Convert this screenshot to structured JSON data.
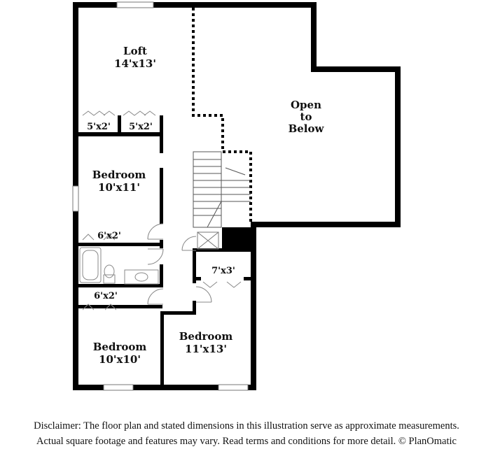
{
  "rooms": {
    "loft": {
      "name": "Loft",
      "size": "14'x13'"
    },
    "open_to_below": {
      "line1": "Open",
      "line2": "to",
      "line3": "Below"
    },
    "closet_loft_left": {
      "size": "5'x2'"
    },
    "closet_loft_right": {
      "size": "5'x2'"
    },
    "bedroom_top": {
      "name": "Bedroom",
      "size": "10'x11'"
    },
    "closet_bedroom_top": {
      "size": "6'x2'"
    },
    "closet_bedroom_bottom": {
      "size": "6'x2'"
    },
    "bedroom_bottom_left": {
      "name": "Bedroom",
      "size": "10'x10'"
    },
    "closet_bedroom_right": {
      "size": "7'x3'"
    },
    "bedroom_bottom_right": {
      "name": "Bedroom",
      "size": "11'x13'"
    }
  },
  "disclaimer": {
    "line1": "Disclaimer: The floor plan and stated dimensions in this illustration serve as approximate measurements.",
    "line2": "Actual square footage and features may vary. Read terms and conditions for more detail. © PlanOmatic"
  },
  "colors": {
    "wall": "#000000",
    "background": "#ffffff",
    "fixture": "#888888"
  }
}
